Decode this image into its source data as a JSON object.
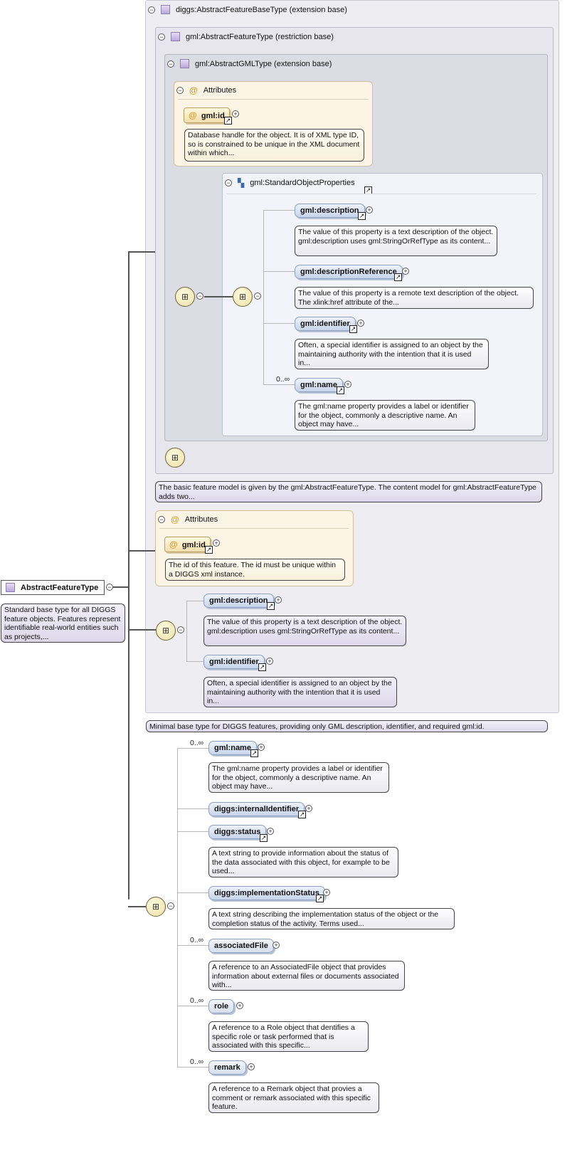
{
  "diagram": {
    "root": {
      "label": "AbstractFeatureType",
      "doc": "Standard base type for all DIGGS feature objects. Features represent identifiable real-world entities such as projects,..."
    },
    "base1": {
      "label": "diggs:AbstractFeatureBaseType (extension base)",
      "doc": "Minimal base type for DIGGS features, providing only GML description, identifier, and required gml:id."
    },
    "base2": {
      "label": "gml:AbstractFeatureType (restriction base)",
      "doc": "The basic feature model is given by the gml:AbstractFeatureType. The content model for gml:AbstractFeatureType adds two..."
    },
    "base3": {
      "label": "gml:AbstractGMLType (extension base)"
    },
    "attributes_label": "Attributes",
    "gmlid_inner": {
      "label": "gml:id",
      "doc": "Database handle for the object. It is of XML type ID, so is constrained to be unique in the XML document within which..."
    },
    "sop": {
      "label": "gml:StandardObjectProperties"
    },
    "sop_items": [
      {
        "label": "gml:description",
        "doc": "The value of this property is a text description of the object. gml:description uses gml:StringOrRefType as its content..."
      },
      {
        "label": "gml:descriptionReference",
        "doc": "The value of this property is a remote text description of the object. The xlink:href attribute of the..."
      },
      {
        "label": "gml:identifier",
        "doc": "Often, a special identifier is assigned to an object by the maintaining authority with the intention that it is used in..."
      },
      {
        "label": "gml:name",
        "mult": "0..∞",
        "doc": "The gml:name property provides a label or identifier for the object, commonly a descriptive name. An object may have..."
      }
    ],
    "gmlid_outer": {
      "label": "gml:id",
      "doc": "The id of this feature. The id must be unique within a DIGGS xml instance."
    },
    "base1_items": [
      {
        "label": "gml:description",
        "doc": "The value of this property is a text description of the object. gml:description uses gml:StringOrRefType as its content..."
      },
      {
        "label": "gml:identifier",
        "doc": "Often, a special identifier is assigned to an object by the maintaining authority with the intention that it is used in..."
      }
    ],
    "ext_items": [
      {
        "label": "gml:name",
        "mult": "0..∞",
        "doc": "The gml:name property provides a label or identifier for the object, commonly a descriptive name. An object may have..."
      },
      {
        "label": "diggs:internalIdentifier",
        "mult": "",
        "doc": ""
      },
      {
        "label": "diggs:status",
        "mult": "",
        "doc": "A text string to provide information about the status of the data associated with this object, for example to be used..."
      },
      {
        "label": "diggs:implementationStatus",
        "mult": "",
        "doc": "A text string describing the implementation status of the object or the completion status of the activity. Terms used..."
      },
      {
        "label": "associatedFile",
        "mult": "0..∞",
        "doc": "A reference to an AssociatedFile object that provides information about external files or documents associated with..."
      },
      {
        "label": "role",
        "mult": "0..∞",
        "doc": "A reference to a Role object that dentifies a specific role or task performed that is associated with this specific..."
      },
      {
        "label": "remark",
        "mult": "0..∞",
        "doc": "A reference to a Remark object that provies a comment or remark associated with this specific feature."
      }
    ],
    "symbols": {
      "minus": "−",
      "plus": "+",
      "ref": "↗",
      "at": "@",
      "seq": "⊞"
    }
  }
}
